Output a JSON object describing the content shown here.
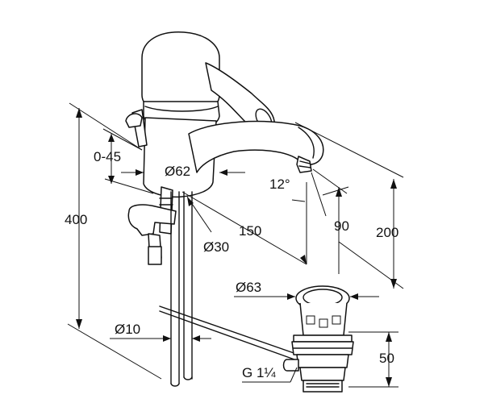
{
  "dimensions": {
    "height_400": "400",
    "lever_angle": "0-45",
    "body_dia": "Ø62",
    "spout_angle": "12°",
    "reach": "150",
    "tail_dia": "Ø30",
    "spout_height": "90",
    "total_height": "200",
    "plug_dia": "Ø63",
    "pipe_dia": "Ø10",
    "waste_height": "50",
    "thread": "G 1¼"
  },
  "colors": {
    "line": "#111111",
    "background": "#ffffff"
  }
}
